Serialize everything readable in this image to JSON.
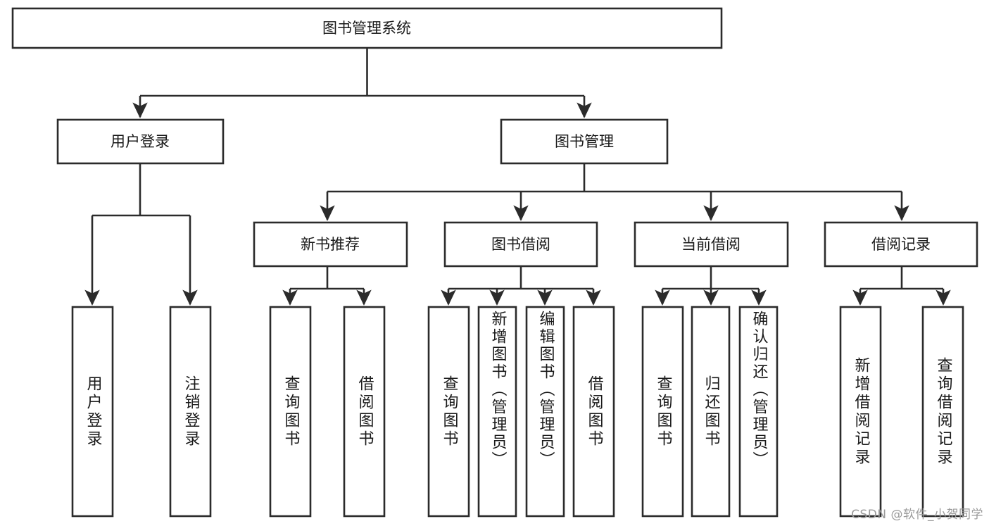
{
  "diagram": {
    "title": "图书管理系统",
    "type": "tree",
    "colors": {
      "box_stroke": "#2b2b2b",
      "box_fill": "#ffffff",
      "text": "#1a1a1a",
      "connector": "#2b2b2b",
      "watermark": "#9a9a9a",
      "background": "#ffffff"
    },
    "root": {
      "id": "root",
      "label": "图书管理系统"
    },
    "level2": [
      {
        "id": "user-login",
        "label": "用户登录"
      },
      {
        "id": "book-manage",
        "label": "图书管理"
      }
    ],
    "level3": [
      {
        "id": "new-book-recommend",
        "label": "新书推荐",
        "parent": "book-manage"
      },
      {
        "id": "book-borrow",
        "label": "图书借阅",
        "parent": "book-manage"
      },
      {
        "id": "current-borrow",
        "label": "当前借阅",
        "parent": "book-manage"
      },
      {
        "id": "borrow-record",
        "label": "借阅记录",
        "parent": "book-manage"
      }
    ],
    "leaves": [
      {
        "id": "leaf-user-login",
        "label": "用户登录",
        "parent": "user-login"
      },
      {
        "id": "leaf-logout",
        "label": "注销登录",
        "parent": "user-login"
      },
      {
        "id": "leaf-query-book-1",
        "label": "查询图书",
        "parent": "new-book-recommend"
      },
      {
        "id": "leaf-borrow-book-1",
        "label": "借阅图书",
        "parent": "new-book-recommend"
      },
      {
        "id": "leaf-query-book-2",
        "label": "查询图书",
        "parent": "book-borrow"
      },
      {
        "id": "leaf-add-book",
        "label": "新增图书（管理员）",
        "parent": "book-borrow"
      },
      {
        "id": "leaf-edit-book",
        "label": "编辑图书（管理员）",
        "parent": "book-borrow"
      },
      {
        "id": "leaf-borrow-book-2",
        "label": "借阅图书",
        "parent": "book-borrow"
      },
      {
        "id": "leaf-query-book-3",
        "label": "查询图书",
        "parent": "current-borrow"
      },
      {
        "id": "leaf-return-book",
        "label": "归还图书",
        "parent": "current-borrow"
      },
      {
        "id": "leaf-confirm-return",
        "label": "确认归还（管理员）",
        "parent": "current-borrow"
      },
      {
        "id": "leaf-add-record",
        "label": "新增借阅记录",
        "parent": "borrow-record"
      },
      {
        "id": "leaf-query-record",
        "label": "查询借阅记录",
        "parent": "borrow-record"
      }
    ],
    "watermark": "CSDN @软件_小贺同学"
  }
}
